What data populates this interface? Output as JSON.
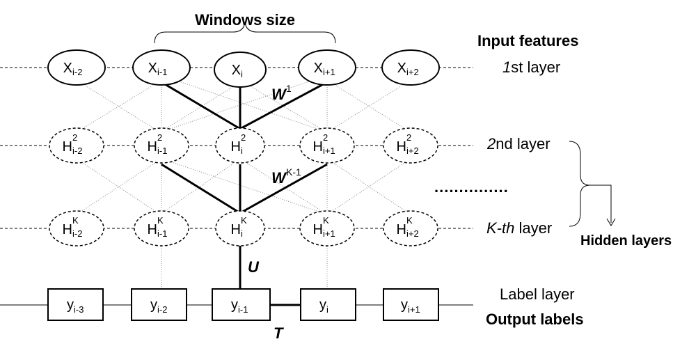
{
  "top": {
    "windows_size": "Windows size"
  },
  "labels": {
    "input_features": "Input features",
    "first_layer_italic": "1",
    "first_layer_rest": "st layer",
    "second_layer_italic": "2",
    "second_layer_rest": "nd layer",
    "dots": "...............",
    "kth_layer_italic": "K-th",
    "kth_layer_rest": " layer",
    "hidden_layers": "Hidden layers",
    "label_layer": "Label layer",
    "output_labels": "Output labels"
  },
  "weights": {
    "w1_main": "W",
    "w1_sup": "1",
    "wk_main": "W",
    "wk_sup": "K-1",
    "u": "U",
    "t": "T"
  },
  "input_nodes": [
    {
      "main": "X",
      "sub": "i-2"
    },
    {
      "main": "X",
      "sub": "i-1"
    },
    {
      "main": "X",
      "sub": "i"
    },
    {
      "main": "X",
      "sub": "i+1"
    },
    {
      "main": "X",
      "sub": "i+2"
    }
  ],
  "hidden2_nodes": [
    {
      "main": "H",
      "sup": "2",
      "sub": "i-2"
    },
    {
      "main": "H",
      "sup": "2",
      "sub": "i-1"
    },
    {
      "main": "H",
      "sup": "2",
      "sub": "i"
    },
    {
      "main": "H",
      "sup": "2",
      "sub": "i+1"
    },
    {
      "main": "H",
      "sup": "2",
      "sub": "i+2"
    }
  ],
  "hiddenK_nodes": [
    {
      "main": "H",
      "sup": "K",
      "sub": "i-2"
    },
    {
      "main": "H",
      "sup": "K",
      "sub": "i-1"
    },
    {
      "main": "H",
      "sup": "K",
      "sub": "i"
    },
    {
      "main": "H",
      "sup": "K",
      "sub": "i+1"
    },
    {
      "main": "H",
      "sup": "K",
      "sub": "i+2"
    }
  ],
  "output_nodes": [
    {
      "main": "y",
      "sub": "i-3"
    },
    {
      "main": "y",
      "sub": "i-2"
    },
    {
      "main": "y",
      "sub": "i-1"
    },
    {
      "main": "y",
      "sub": "i"
    },
    {
      "main": "y",
      "sub": "i+1"
    }
  ]
}
